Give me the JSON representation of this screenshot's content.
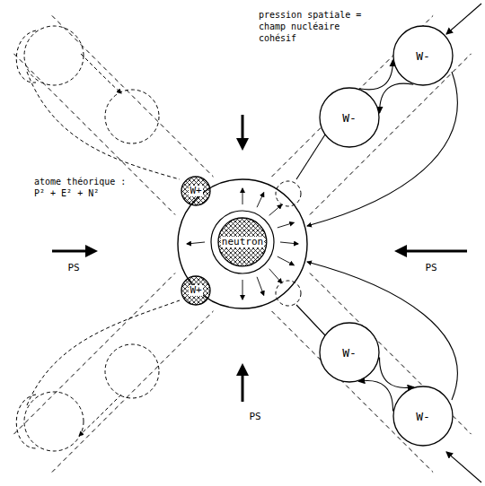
{
  "diagram": {
    "nodes": [
      {
        "text": [
          "W-"
        ]
      },
      {
        "text": [
          "W-"
        ]
      },
      {
        "text": [
          "W+"
        ]
      },
      {
        "text": [
          "neutron"
        ]
      },
      {
        "text": [
          "W+"
        ]
      },
      {
        "text": [
          "W-"
        ]
      },
      {
        "text": [
          "W-"
        ]
      }
    ],
    "edges": [
      {
        "from": 0,
        "to": 1,
        "arrow": "both"
      },
      {
        "from": 6,
        "to": 5,
        "arrow": "both"
      }
    ],
    "labels": [
      "pression spatiale = champ nucléaire cohésif",
      "atome théorique : P² + E² + N²",
      "PS",
      "PS",
      "PS"
    ]
  }
}
